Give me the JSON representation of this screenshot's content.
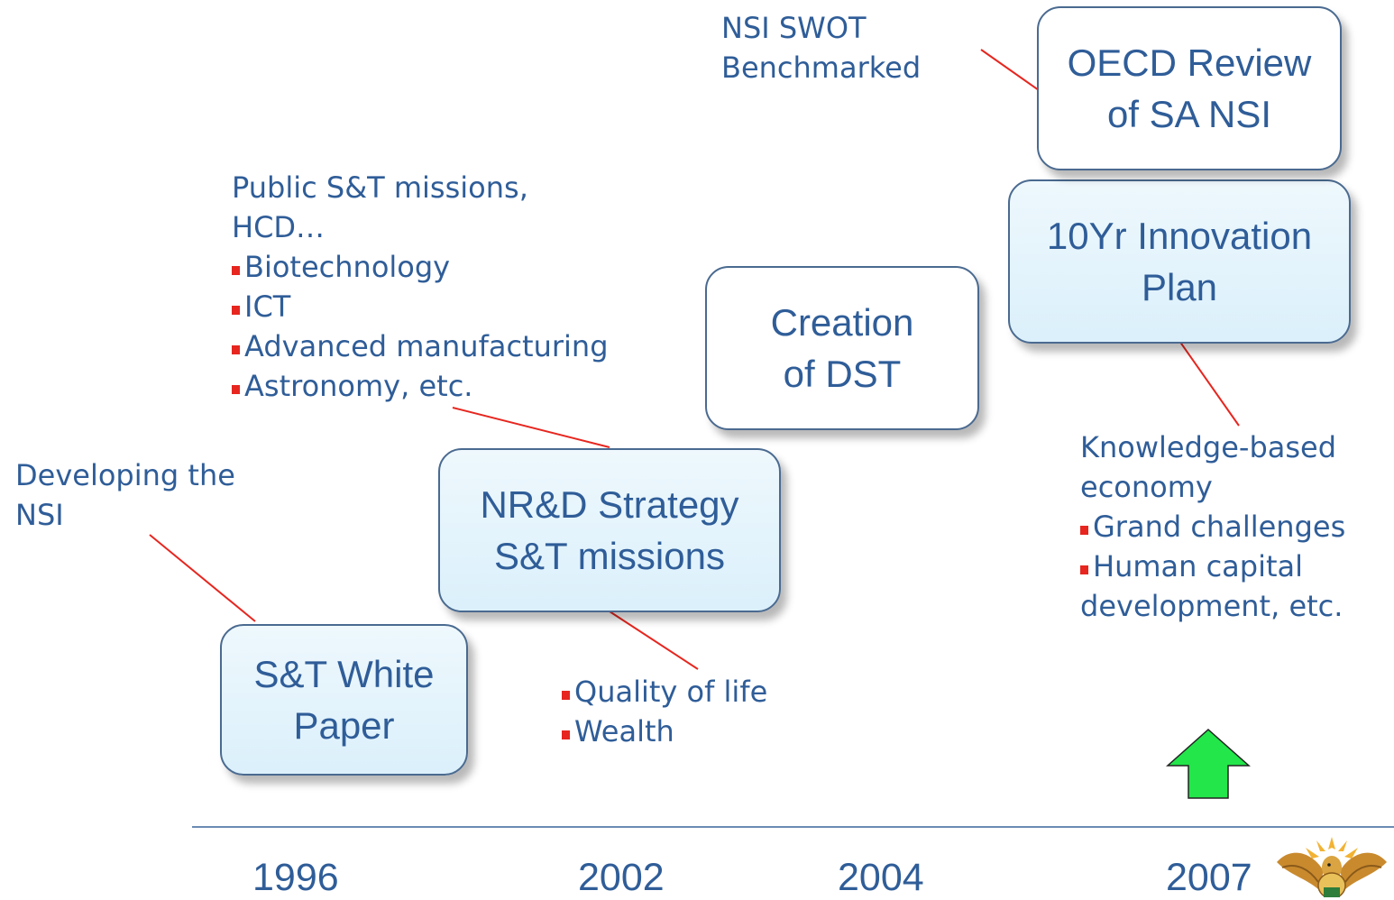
{
  "milestones": [
    {
      "id": "white-paper",
      "lines": [
        "S&T White",
        "Paper"
      ]
    },
    {
      "id": "nrd-strategy",
      "lines": [
        "NR&D Strategy",
        "S&T missions"
      ]
    },
    {
      "id": "dst",
      "lines": [
        "Creation",
        "of DST"
      ]
    },
    {
      "id": "innovation-plan",
      "lines": [
        "10Yr Innovation",
        "Plan"
      ]
    },
    {
      "id": "oecd-review",
      "lines": [
        "OECD Review",
        "of SA NSI"
      ]
    }
  ],
  "notes": {
    "developing_nsi": {
      "lines": [
        "Developing the",
        "NSI"
      ]
    },
    "public_missions": {
      "lines": [
        "Public S&T missions,",
        "HCD…"
      ],
      "bullets": [
        "Biotechnology",
        "ICT",
        "Advanced manufacturing",
        "Astronomy, etc."
      ]
    },
    "quality_wealth": {
      "bullets": [
        "Quality of life",
        "Wealth"
      ]
    },
    "knowledge_economy": {
      "lines": [
        "Knowledge-based",
        "economy"
      ],
      "bullets": [
        "Grand challenges",
        "Human capital"
      ],
      "trailing": [
        "development, etc."
      ]
    },
    "nsi_swot": {
      "lines": [
        "NSI SWOT",
        "Benchmarked"
      ]
    }
  },
  "timeline": {
    "years": [
      "1996",
      "2002",
      "2004",
      "2007"
    ]
  },
  "colors": {
    "text": "#2f5d98",
    "bullet": "#e6261f",
    "connector": "#e6261f",
    "arrow": "#22e64a",
    "box_border": "#4a6a90",
    "axis": "#6b8bb3"
  },
  "icons": {
    "arrow": "green-up-arrow-icon",
    "emblem": "coat-of-arms-icon"
  }
}
